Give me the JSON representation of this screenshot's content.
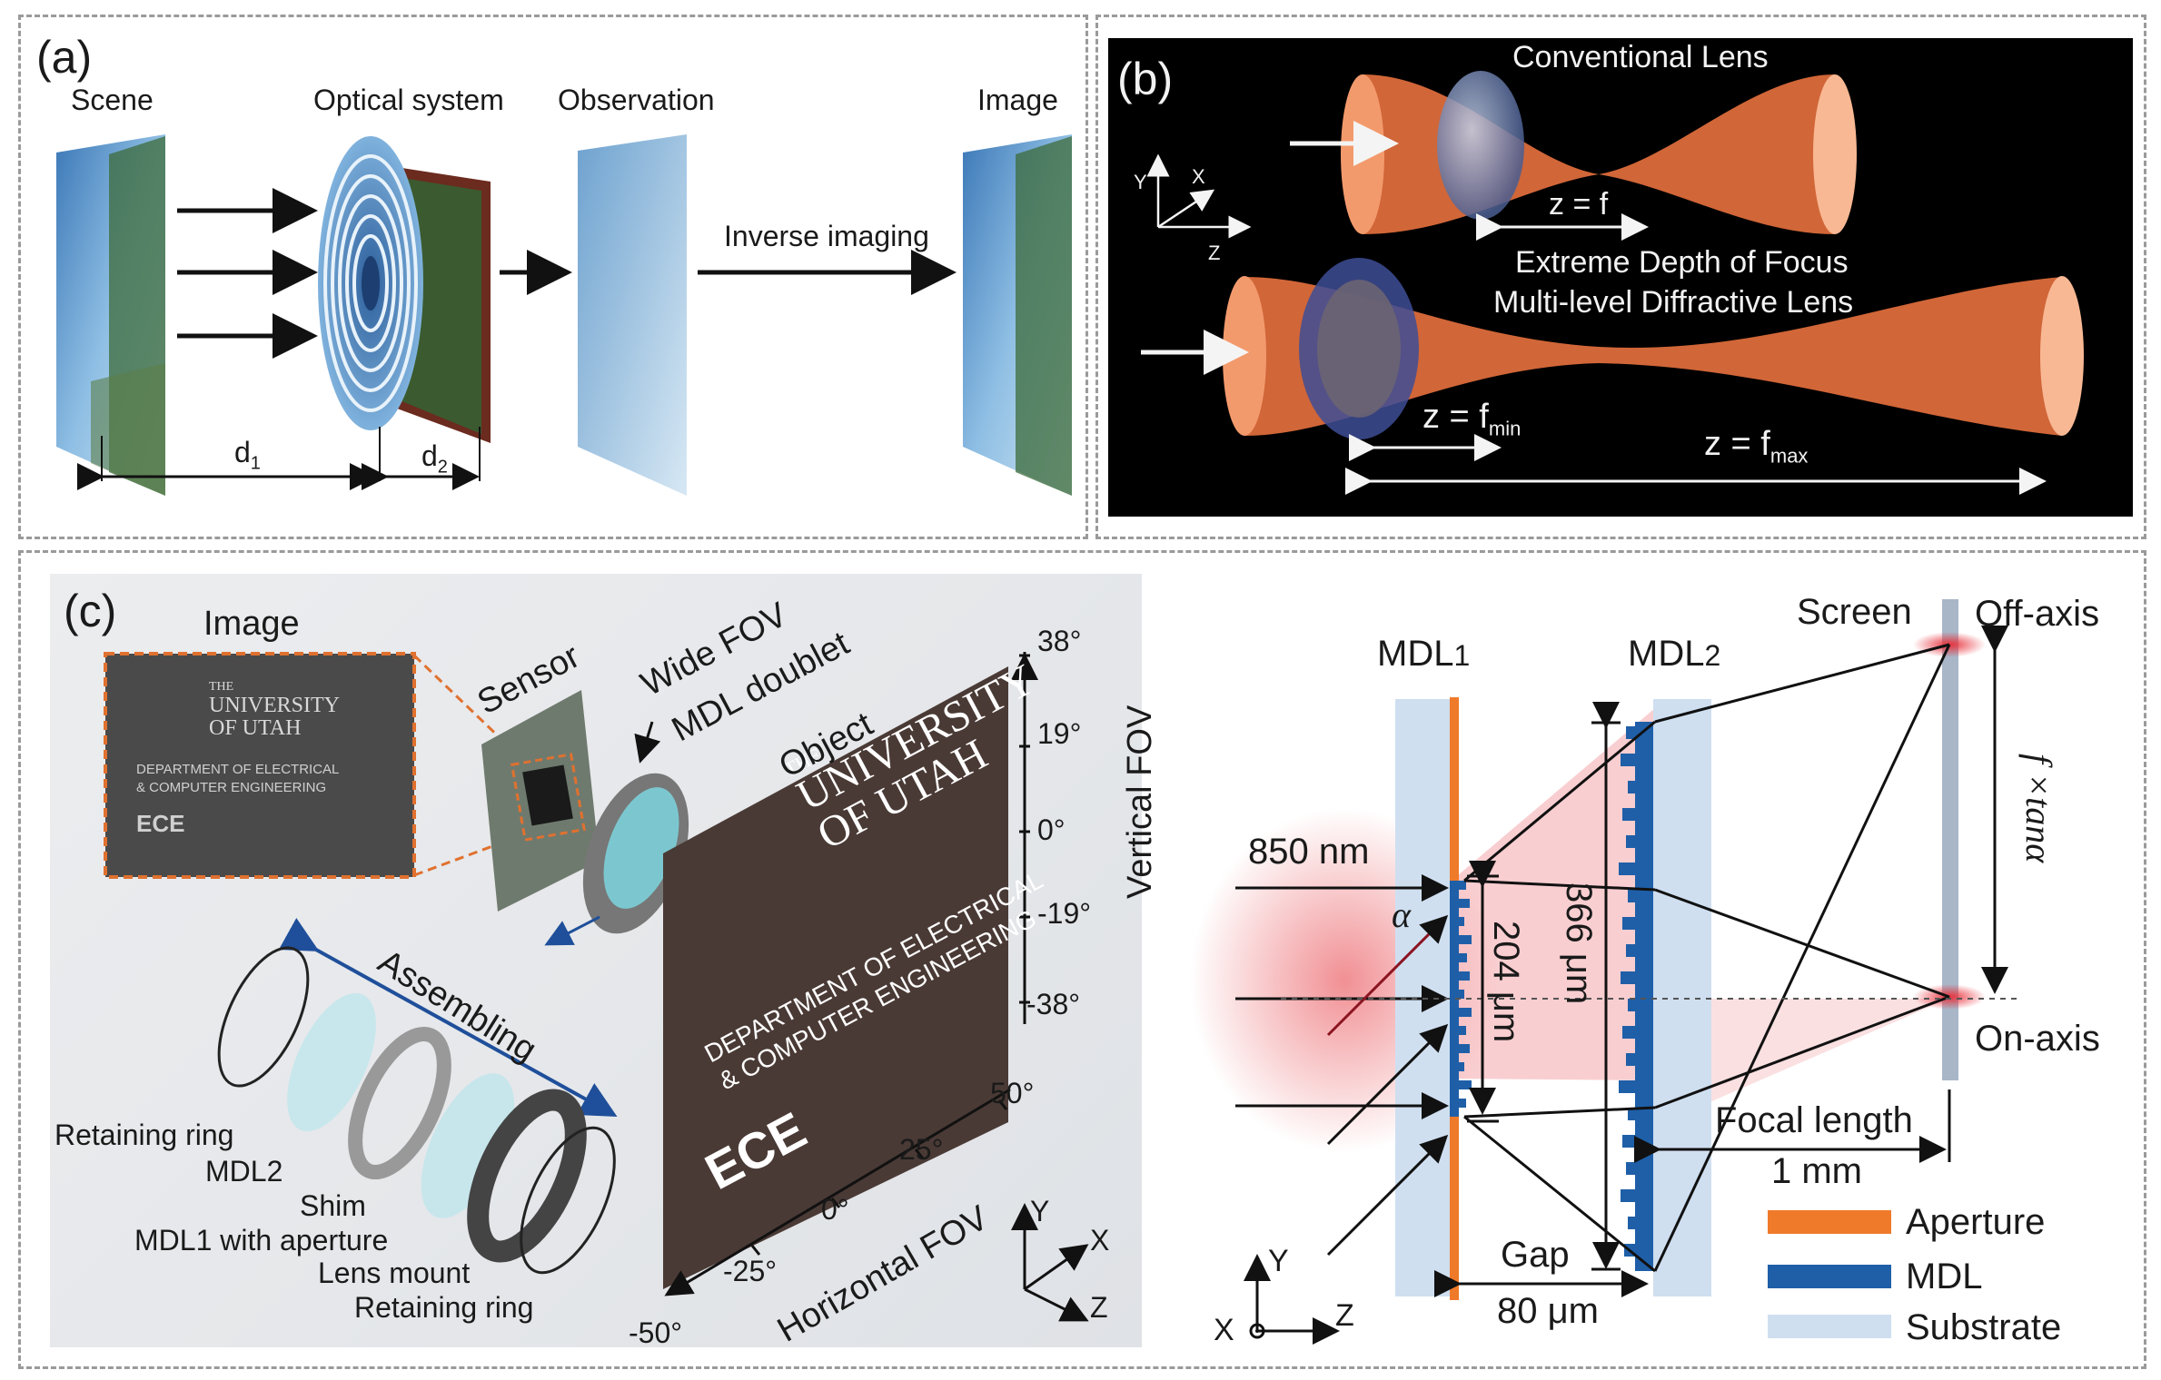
{
  "panel_a": {
    "label": "(a)",
    "scene": "Scene",
    "optical_system": "Optical system",
    "observation": "Observation",
    "image": "Image",
    "inverse_imaging": "Inverse imaging",
    "d1": "d",
    "d1_sub": "1",
    "d2": "d",
    "d2_sub": "2"
  },
  "panel_b": {
    "label": "(b)",
    "conventional_lens": "Conventional  Lens",
    "z_f": "z = f",
    "mdl_title_1": "Extreme Depth of Focus",
    "mdl_title_2": "Multi-level Diffractive Lens",
    "z_fmin": "z = f",
    "z_fmin_sub": "min",
    "z_fmax": "z = f",
    "z_fmax_sub": "max",
    "axis_y": "Y",
    "axis_x": "X",
    "axis_z": "Z"
  },
  "panel_c": {
    "label": "(c)",
    "image": "Image",
    "sensor": "Sensor",
    "wide_fov_1": "Wide FOV",
    "wide_fov_2": "MDL doublet",
    "object": "Object",
    "assembling": "Assembling",
    "vertical_fov": "Vertical FOV",
    "horizontal_fov": "Horizontal  FOV",
    "v_ticks": [
      "38°",
      "19°",
      "0°",
      "-19°",
      "-38°"
    ],
    "h_ticks": [
      "50°",
      "25°",
      "0°",
      "-25°",
      "-50°"
    ],
    "parts": [
      "Retaining ring",
      "MDL2",
      "Shim",
      "MDL1 with aperture",
      "Lens mount",
      "Retaining ring"
    ],
    "board_univ_1": "THE",
    "board_univ_2": "UNIVERSITY",
    "board_univ_3": "OF UTAH",
    "board_dept_1": "DEPARTMENT OF ELECTRICAL",
    "board_dept_2": "& COMPUTER ENGINEERING",
    "board_ece": "ECE",
    "axis_y": "Y",
    "axis_x": "X",
    "axis_z": "Z"
  },
  "panel_c_right": {
    "mdl1": "MDL",
    "mdl1_sub": "1",
    "mdl2": "MDL",
    "mdl2_sub": "2",
    "screen": "Screen",
    "off_axis": "Off-axis",
    "on_axis": "On-axis",
    "wavelength": "850 nm",
    "alpha": "α",
    "aperture_size": "204 μm",
    "mdl_size": "366 μm",
    "f_tan": "f ×tanα",
    "focal_length": "Focal length",
    "focal_value": "1 mm",
    "gap": "Gap",
    "gap_value": "80 μm",
    "legend": [
      "Aperture",
      "MDL",
      "Substrate"
    ],
    "axis_y": "Y",
    "axis_x": "X",
    "axis_z": "Z"
  },
  "colors": {
    "aperture": "#ef7a2a",
    "mdl": "#1f5fa8",
    "substrate": "#cfdff0",
    "beam": "#f07e4a",
    "spot": "#e8323c",
    "panel_b_bg": "#000000",
    "object_board": "#4a3a35"
  }
}
